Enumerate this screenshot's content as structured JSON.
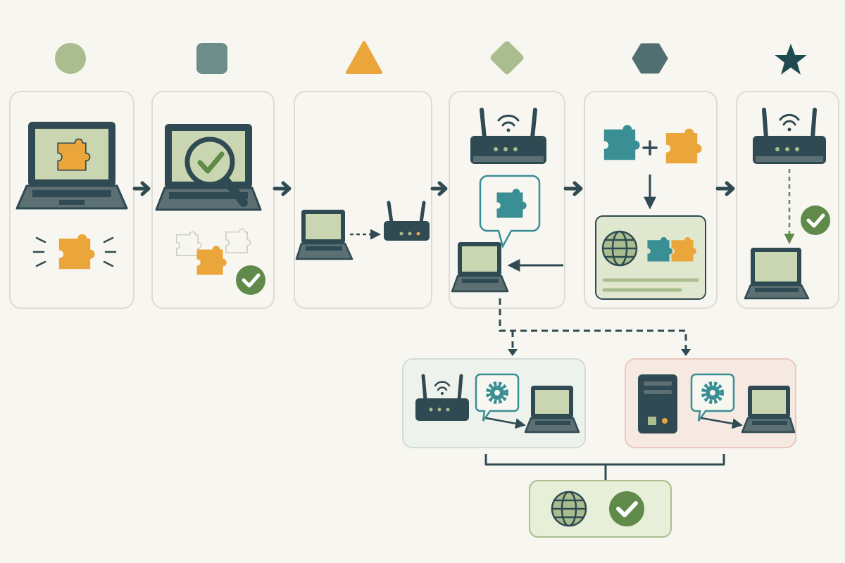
{
  "palette": {
    "background": "#f8f6f0",
    "panel_border": "#dcdcd4",
    "ink": "#2f4a52",
    "screen": "#c9d6b1",
    "puzzle_orange": "#eaa63a",
    "puzzle_teal": "#3a8f94",
    "check_green": "#5f8a4a",
    "sage": "#a9bd8e",
    "slate": "#6d8d8a",
    "hexagon": "#4f6f70",
    "star": "#1f4a50",
    "router_panel_tint": "#eef2ec",
    "server_panel_tint": "#f6e9e1",
    "result_panel_tint": "#e7efd9",
    "card_tint": "#dfe8cf"
  },
  "stages": [
    {
      "marker": "circle",
      "content": [
        "laptop-icon",
        "puzzle-piece-icon",
        "highlight-burst"
      ]
    },
    {
      "marker": "square",
      "content": [
        "laptop-icon",
        "magnifier-check-icon",
        "puzzle-grid",
        "check-badge-icon"
      ]
    },
    {
      "marker": "triangle",
      "content": [
        "laptop-icon",
        "dashed-arrow",
        "router-icon"
      ]
    },
    {
      "marker": "diamond",
      "content": [
        "router-icon",
        "speech-bubble-puzzle",
        "laptop-icon"
      ]
    },
    {
      "marker": "hexagon",
      "content": [
        "puzzle-teal-icon",
        "plus-icon",
        "puzzle-orange-icon",
        "globe-card"
      ]
    },
    {
      "marker": "star",
      "content": [
        "router-icon",
        "dashed-arrow",
        "check-badge-icon",
        "laptop-icon"
      ]
    }
  ],
  "branches": [
    {
      "content": [
        "router-icon",
        "gear-bubble-icon",
        "laptop-icon"
      ]
    },
    {
      "content": [
        "server-icon",
        "gear-bubble-icon",
        "laptop-icon"
      ]
    }
  ],
  "result": {
    "content": [
      "globe-icon",
      "check-badge-icon"
    ]
  }
}
